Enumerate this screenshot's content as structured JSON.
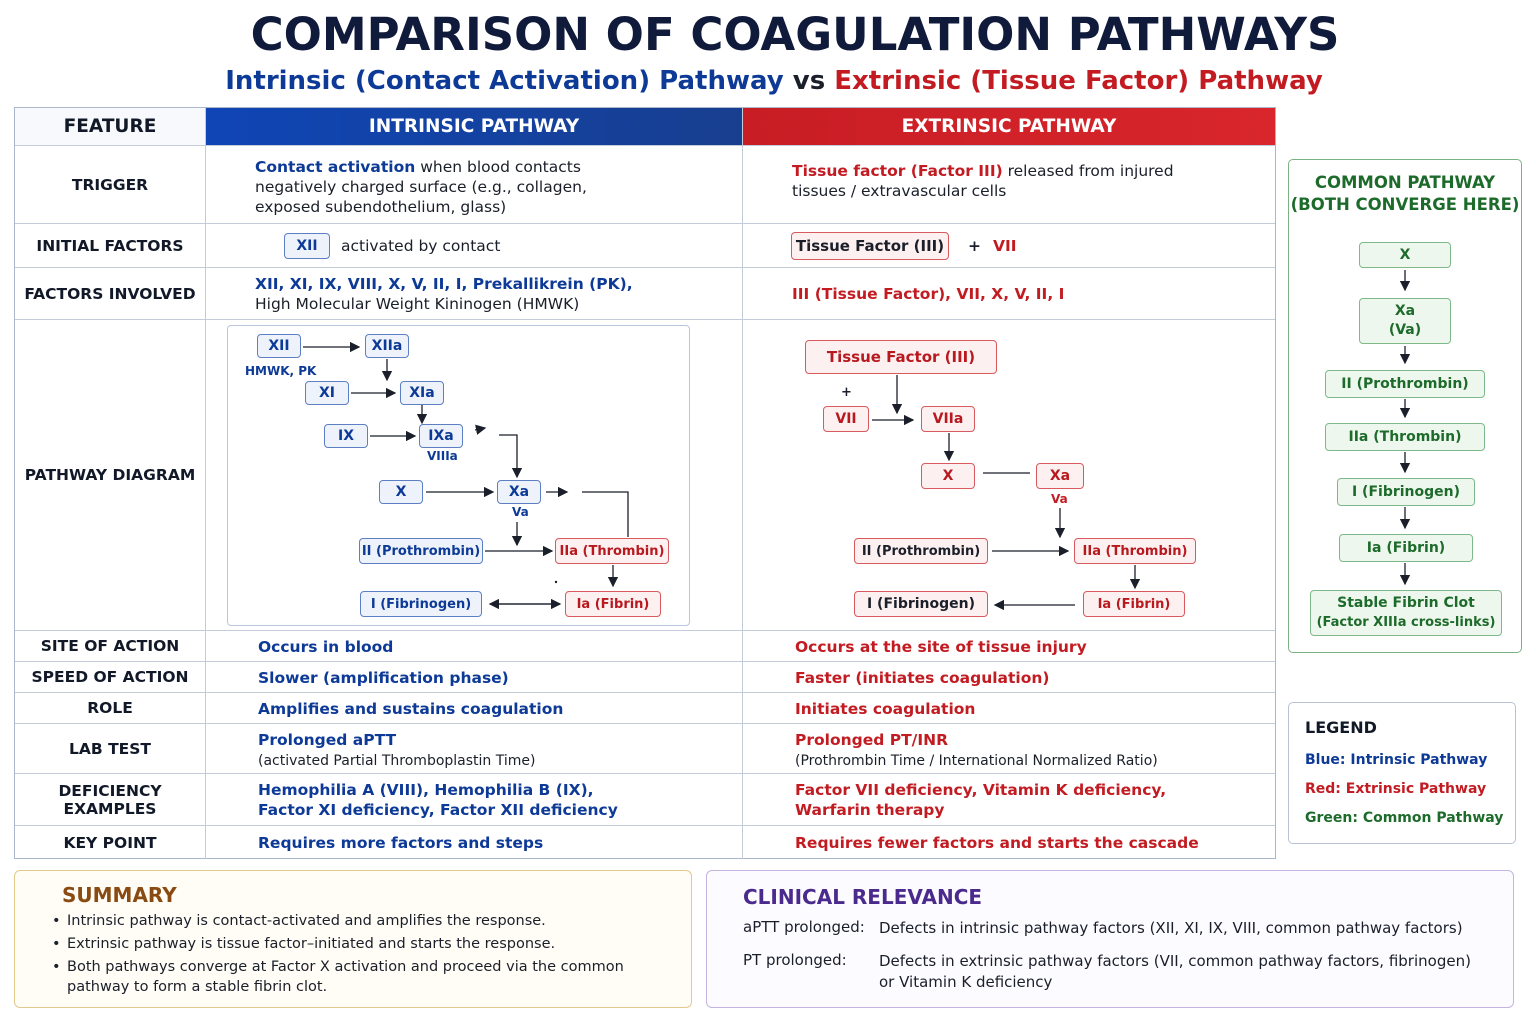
{
  "title": "COMPARISON OF COAGULATION PATHWAYS",
  "subtitle": {
    "intrinsic": "Intrinsic (Contact Activation) Pathway",
    "vs": "vs",
    "extrinsic": "Extrinsic (Tissue Factor) Pathway"
  },
  "colors": {
    "intrinsic": "#0d3a97",
    "extrinsic": "#c21c22",
    "common": "#1d6b2b"
  },
  "table": {
    "headers": {
      "feature": "FEATURE",
      "intrinsic": "INTRINSIC PATHWAY",
      "extrinsic": "EXTRINSIC PATHWAY"
    },
    "rows": {
      "trigger": {
        "feature": "TRIGGER",
        "int_bold": "Contact activation",
        "int_rest1": " when blood contacts",
        "int_line2": "negatively charged surface (e.g., collagen,",
        "int_line3": "exposed subendothelium, glass)",
        "ext_bold": "Tissue factor (Factor III)",
        "ext_rest1": " released from injured",
        "ext_line2": "tissues / extravascular cells"
      },
      "initial": {
        "feature": "INITIAL FACTORS",
        "int_box": "XII",
        "int_text": "activated by contact",
        "ext_box": "Tissue Factor (III)",
        "ext_plus": "+",
        "ext_text": "VII"
      },
      "factors": {
        "feature": "FACTORS INVOLVED",
        "int_line1": "XII, XI, IX, VIII, X, V, II, I, Prekallikrein (PK),",
        "int_line2": "High Molecular Weight Kininogen (HMWK)",
        "ext_line1": "III (Tissue Factor), VII, X, V, II, I"
      },
      "diagram": {
        "feature": "PATHWAY DIAGRAM"
      },
      "site": {
        "feature": "SITE OF ACTION",
        "int": "Occurs in blood",
        "ext": "Occurs at the site of tissue injury"
      },
      "speed": {
        "feature": "SPEED OF ACTION",
        "int": "Slower (amplification phase)",
        "ext": "Faster (initiates coagulation)"
      },
      "role": {
        "feature": "ROLE",
        "int": "Amplifies and sustains coagulation",
        "ext": "Initiates coagulation"
      },
      "lab": {
        "feature": "LAB TEST",
        "int_line1": "Prolonged aPTT",
        "int_line2": "(activated Partial Thromboplastin Time)",
        "ext_line1": "Prolonged PT/INR",
        "ext_line2": "(Prothrombin Time / International Normalized Ratio)"
      },
      "deficiency": {
        "feature": "DEFICIENCY EXAMPLES",
        "int_line1": "Hemophilia A (VIII), Hemophilia B (IX),",
        "int_line2": "Factor XI deficiency, Factor XII deficiency",
        "ext_line1": "Factor VII deficiency, Vitamin K deficiency,",
        "ext_line2": "Warfarin therapy"
      },
      "key": {
        "feature": "KEY POINT",
        "int": "Requires more factors and steps",
        "ext": "Requires fewer factors and starts the cascade"
      }
    }
  },
  "intrinsic_diagram": {
    "xii": "XII",
    "xiia": "XIIa",
    "hmwk": "HMWK, PK",
    "xi": "XI",
    "xia": "XIa",
    "ix": "IX",
    "ixa": "IXa",
    "viiia": "VIIIa",
    "x": "X",
    "xa": "Xa",
    "va": "Va",
    "ii": "II (Prothrombin)",
    "iia": "IIa (Thrombin)",
    "i": "I (Fibrinogen)",
    "ia": "Ia (Fibrin)"
  },
  "extrinsic_diagram": {
    "tf": "Tissue Factor (III)",
    "plus": "+",
    "vii": "VII",
    "viia": "VIIa",
    "x": "X",
    "xa": "Xa",
    "va": "Va",
    "ii": "II (Prothrombin)",
    "iia": "IIa (Thrombin)",
    "i": "I (Fibrinogen)",
    "ia": "Ia (Fibrin)"
  },
  "common_pathway": {
    "title1": "COMMON PATHWAY",
    "title2": "(BOTH CONVERGE HERE)",
    "x": "X",
    "xa": "Xa",
    "xa_sub": "(Va)",
    "ii": "II (Prothrombin)",
    "iia": "IIa (Thrombin)",
    "i": "I (Fibrinogen)",
    "ia": "Ia (Fibrin)",
    "clot": "Stable Fibrin Clot",
    "clot_sub": "(Factor XIIIa cross-links)"
  },
  "legend": {
    "title": "LEGEND",
    "blue": "Blue: Intrinsic Pathway",
    "red": "Red: Extrinsic Pathway",
    "green": "Green: Common Pathway"
  },
  "summary": {
    "title": "SUMMARY",
    "items": [
      "Intrinsic pathway is contact-activated and amplifies the response.",
      "Extrinsic pathway is tissue factor–initiated and starts the response.",
      "Both pathways converge at Factor X activation and proceed via the common pathway to form a stable fibrin clot."
    ]
  },
  "clinical": {
    "title": "CLINICAL RELEVANCE",
    "aptt_label": "aPTT prolonged:",
    "aptt_desc": "Defects in intrinsic pathway factors (XII, XI, IX, VIII, common pathway factors)",
    "pt_label": "PT prolonged:",
    "pt_desc": "Defects in extrinsic pathway factors (VII, common pathway factors, fibrinogen) or Vitamin K deficiency"
  }
}
